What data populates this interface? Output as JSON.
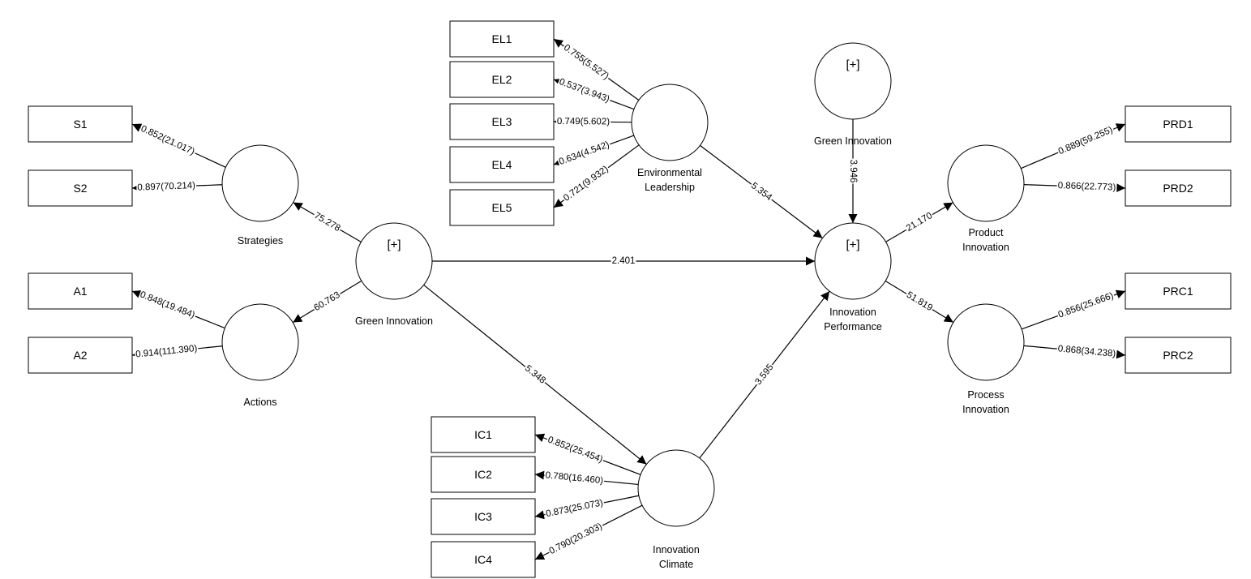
{
  "indicators": [
    {
      "id": "EL1",
      "label": "EL1"
    },
    {
      "id": "EL2",
      "label": "EL2"
    },
    {
      "id": "EL3",
      "label": "EL3"
    },
    {
      "id": "EL4",
      "label": "EL4"
    },
    {
      "id": "EL5",
      "label": "EL5"
    },
    {
      "id": "S1",
      "label": "S1"
    },
    {
      "id": "S2",
      "label": "S2"
    },
    {
      "id": "A1",
      "label": "A1"
    },
    {
      "id": "A2",
      "label": "A2"
    },
    {
      "id": "IC1",
      "label": "IC1"
    },
    {
      "id": "IC2",
      "label": "IC2"
    },
    {
      "id": "IC3",
      "label": "IC3"
    },
    {
      "id": "IC4",
      "label": "IC4"
    },
    {
      "id": "PRD1",
      "label": "PRD1"
    },
    {
      "id": "PRD2",
      "label": "PRD2"
    },
    {
      "id": "PRC1",
      "label": "PRC1"
    },
    {
      "id": "PRC2",
      "label": "PRC2"
    }
  ],
  "constructs": [
    {
      "id": "EnvLead",
      "lines": [
        "Environmental",
        "Leadership"
      ],
      "marker": ""
    },
    {
      "id": "GreenInnoTop",
      "lines": [
        "Green Innovation"
      ],
      "marker": "[+]"
    },
    {
      "id": "Strategies",
      "lines": [
        "Strategies"
      ],
      "marker": ""
    },
    {
      "id": "Actions",
      "lines": [
        "Actions"
      ],
      "marker": ""
    },
    {
      "id": "GreenInno",
      "lines": [
        "Green Innovation"
      ],
      "marker": "[+]"
    },
    {
      "id": "InnoPerf",
      "lines": [
        "Innovation",
        "Performance"
      ],
      "marker": "[+]"
    },
    {
      "id": "ProdInno",
      "lines": [
        "Product",
        "Innovation"
      ],
      "marker": ""
    },
    {
      "id": "ProcInno",
      "lines": [
        "Process",
        "Innovation"
      ],
      "marker": ""
    },
    {
      "id": "InnoClim",
      "lines": [
        "Innovation",
        "Climate"
      ],
      "marker": ""
    }
  ],
  "paths": [
    {
      "from": "EnvLead",
      "to": "EL1",
      "label": "0.755(5.527)"
    },
    {
      "from": "EnvLead",
      "to": "EL2",
      "label": "0.537(3.943)"
    },
    {
      "from": "EnvLead",
      "to": "EL3",
      "label": "0.749(5.602)"
    },
    {
      "from": "EnvLead",
      "to": "EL4",
      "label": "0.634(4.542)"
    },
    {
      "from": "EnvLead",
      "to": "EL5",
      "label": "0.721(9.932)"
    },
    {
      "from": "Strategies",
      "to": "S1",
      "label": "0.852(21.017)"
    },
    {
      "from": "Strategies",
      "to": "S2",
      "label": "0.897(70.214)"
    },
    {
      "from": "Actions",
      "to": "A1",
      "label": "0.848(19.484)"
    },
    {
      "from": "Actions",
      "to": "A2",
      "label": "0.914(111.390)"
    },
    {
      "from": "InnoClim",
      "to": "IC1",
      "label": "0.852(25.454)"
    },
    {
      "from": "InnoClim",
      "to": "IC2",
      "label": "0.780(16.460)"
    },
    {
      "from": "InnoClim",
      "to": "IC3",
      "label": "0.873(25.073)"
    },
    {
      "from": "InnoClim",
      "to": "IC4",
      "label": "0.790(20.303)"
    },
    {
      "from": "ProdInno",
      "to": "PRD1",
      "label": "0.889(59.255)"
    },
    {
      "from": "ProdInno",
      "to": "PRD2",
      "label": "0.866(22.773)"
    },
    {
      "from": "ProcInno",
      "to": "PRC1",
      "label": "0.856(25.666)"
    },
    {
      "from": "ProcInno",
      "to": "PRC2",
      "label": "0.868(34.238)"
    },
    {
      "from": "GreenInno",
      "to": "Strategies",
      "label": "75.278"
    },
    {
      "from": "GreenInno",
      "to": "Actions",
      "label": "60.763"
    },
    {
      "from": "GreenInno",
      "to": "InnoPerf",
      "label": "2.401"
    },
    {
      "from": "GreenInno",
      "to": "InnoClim",
      "label": "5.348"
    },
    {
      "from": "EnvLead",
      "to": "InnoPerf",
      "label": "5.354"
    },
    {
      "from": "GreenInnoTop",
      "to": "InnoPerf",
      "label": "3.946"
    },
    {
      "from": "InnoClim",
      "to": "InnoPerf",
      "label": "3.595"
    },
    {
      "from": "InnoPerf",
      "to": "ProdInno",
      "label": "21.170"
    },
    {
      "from": "InnoPerf",
      "to": "ProcInno",
      "label": "51.819"
    }
  ]
}
